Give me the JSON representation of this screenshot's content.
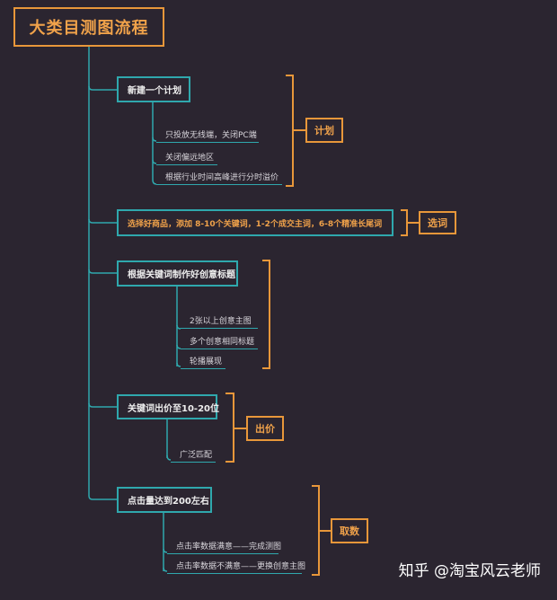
{
  "title": "大类目测图流程",
  "sections": [
    {
      "node": "新建一个计划",
      "children": [
        "只投放无线端，关闭PC端",
        "关闭偏远地区",
        "根据行业时间高峰进行分时溢价"
      ],
      "tag": "计划"
    },
    {
      "node": "选择好商品，添加 8-10个关键词，1-2个成交主词，6-8个精准长尾词",
      "children": [],
      "tag": "选词"
    },
    {
      "node": "根据关键词制作好创意标题",
      "children": [
        "2张以上创意主图",
        "多个创意相同标题",
        "轮播展现"
      ],
      "tag": ""
    },
    {
      "node": "关键词出价至10-20位",
      "children": [
        "广泛匹配"
      ],
      "tag": "出价"
    },
    {
      "node": "点击量达到200左右",
      "children": [
        "点击率数据满意——完成测图",
        "点击率数据不满意——更换创意主图"
      ],
      "tag": "取数"
    }
  ],
  "watermark": "知乎 @淘宝风云老师",
  "colors": {
    "background": "#2b2530",
    "teal": "#2fa8ad",
    "orange": "#e8973a"
  }
}
